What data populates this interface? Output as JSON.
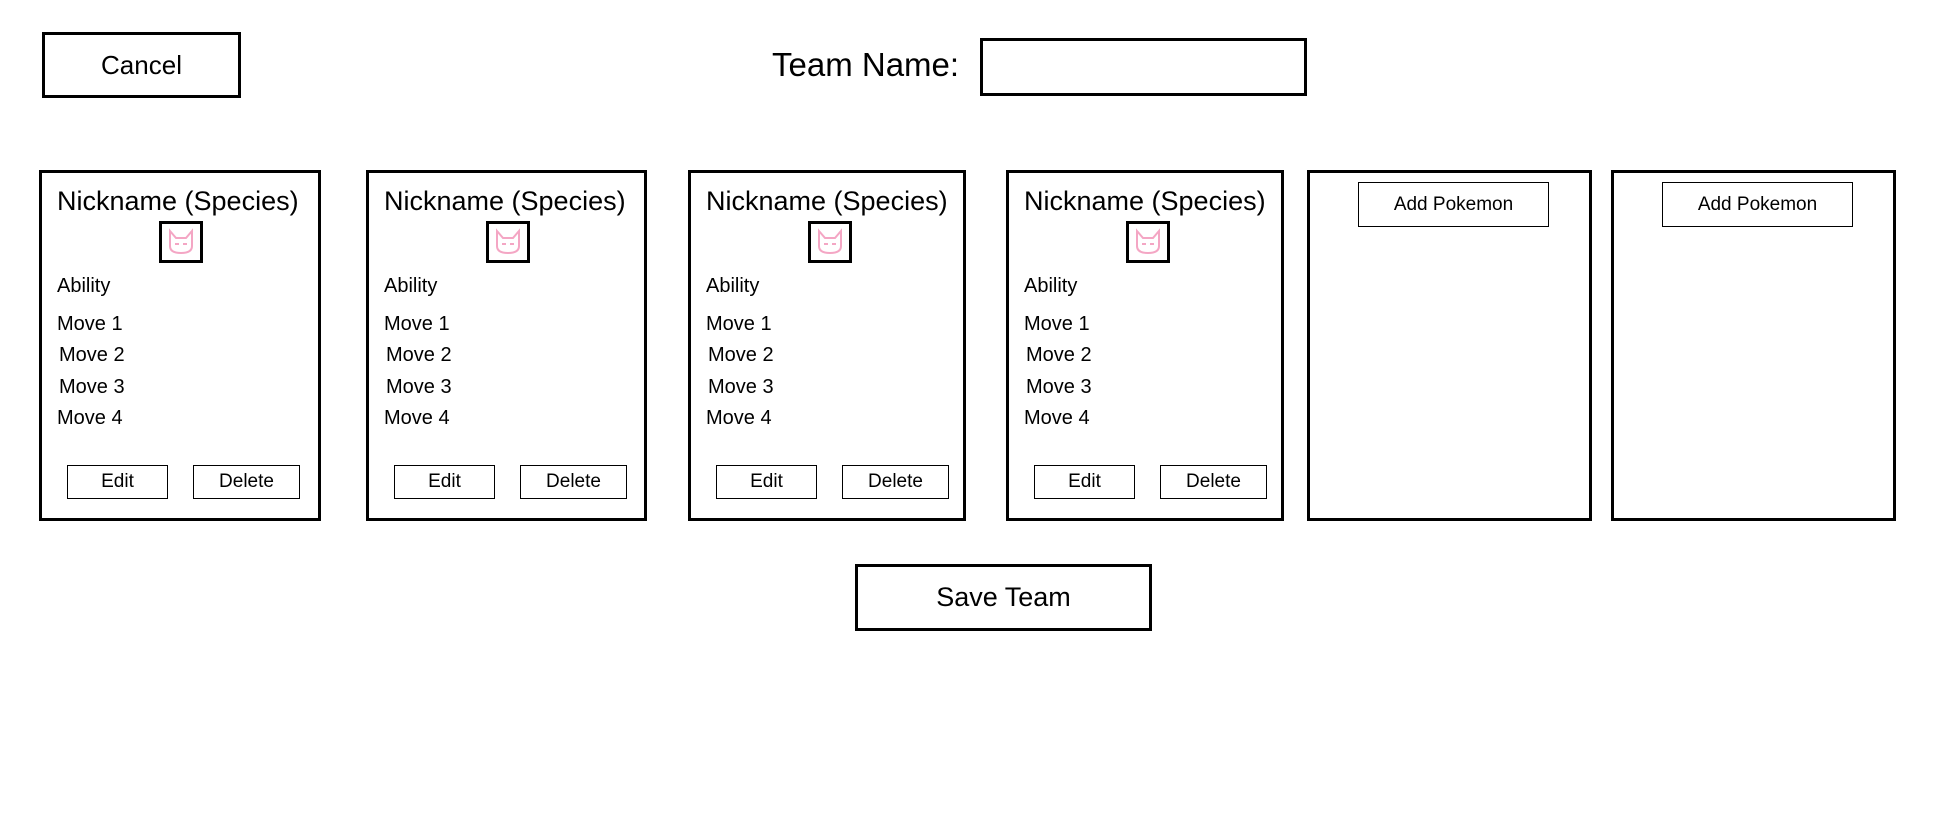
{
  "header": {
    "cancel_label": "Cancel",
    "team_name_label": "Team Name:",
    "team_name_value": ""
  },
  "team": [
    {
      "nickname": "Nickname (Species)",
      "ability": "Ability",
      "moves": [
        "Move 1",
        "Move 2",
        "Move 3",
        "Move 4"
      ],
      "edit_label": "Edit",
      "delete_label": "Delete",
      "sprite_icon": "pokemon-sprite-icon"
    },
    {
      "nickname": "Nickname (Species)",
      "ability": "Ability",
      "moves": [
        "Move 1",
        "Move 2",
        "Move 3",
        "Move 4"
      ],
      "edit_label": "Edit",
      "delete_label": "Delete",
      "sprite_icon": "pokemon-sprite-icon"
    },
    {
      "nickname": "Nickname (Species)",
      "ability": "Ability",
      "moves": [
        "Move 1",
        "Move 2",
        "Move 3",
        "Move 4"
      ],
      "edit_label": "Edit",
      "delete_label": "Delete",
      "sprite_icon": "pokemon-sprite-icon"
    },
    {
      "nickname": "Nickname (Species)",
      "ability": "Ability",
      "moves": [
        "Move 1",
        "Move 2",
        "Move 3",
        "Move 4"
      ],
      "edit_label": "Edit",
      "delete_label": "Delete",
      "sprite_icon": "pokemon-sprite-icon"
    }
  ],
  "empty_slots": [
    {
      "add_label": "Add Pokemon"
    },
    {
      "add_label": "Add Pokemon"
    }
  ],
  "footer": {
    "save_label": "Save Team"
  },
  "colors": {
    "sprite_outline": "#f4a6c4",
    "border": "#000000",
    "background": "#ffffff"
  }
}
